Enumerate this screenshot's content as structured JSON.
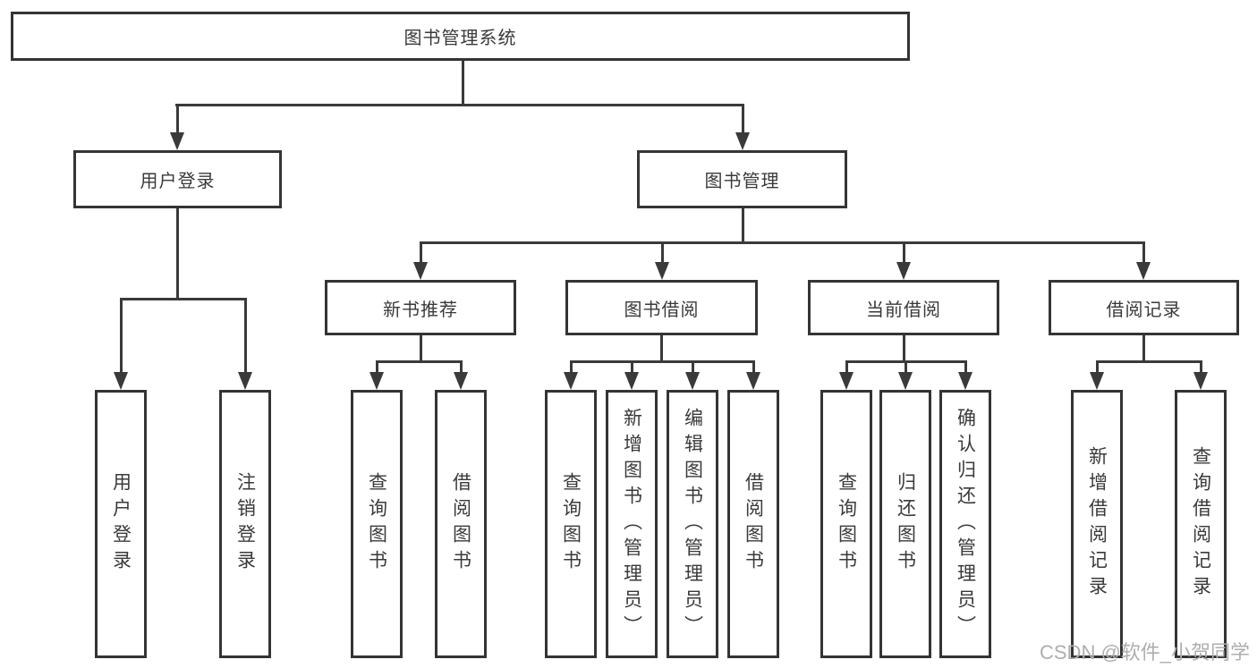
{
  "tree": {
    "label": "图书管理系统",
    "children": [
      {
        "label": "用户登录",
        "children": [
          {
            "label": "用户登录"
          },
          {
            "label": "注销登录"
          }
        ]
      },
      {
        "label": "图书管理",
        "children": [
          {
            "label": "新书推荐",
            "children": [
              {
                "label": "查询图书"
              },
              {
                "label": "借阅图书"
              }
            ]
          },
          {
            "label": "图书借阅",
            "children": [
              {
                "label": "查询图书"
              },
              {
                "label": "新增图书（管理员）"
              },
              {
                "label": "编辑图书（管理员）"
              },
              {
                "label": "借阅图书"
              }
            ]
          },
          {
            "label": "当前借阅",
            "children": [
              {
                "label": "查询图书"
              },
              {
                "label": "归还图书"
              },
              {
                "label": "确认归还（管理员）"
              }
            ]
          },
          {
            "label": "借阅记录",
            "children": [
              {
                "label": "新增借阅记录"
              },
              {
                "label": "查询借阅记录"
              }
            ]
          }
        ]
      }
    ]
  },
  "watermark": "CSDN @软件_小贺同学",
  "colors": {
    "line": "#3a3a3a",
    "box_border": "#343434",
    "text": "#3a3a3a",
    "watermark": "#aeaeae",
    "background": "#ffffff"
  }
}
